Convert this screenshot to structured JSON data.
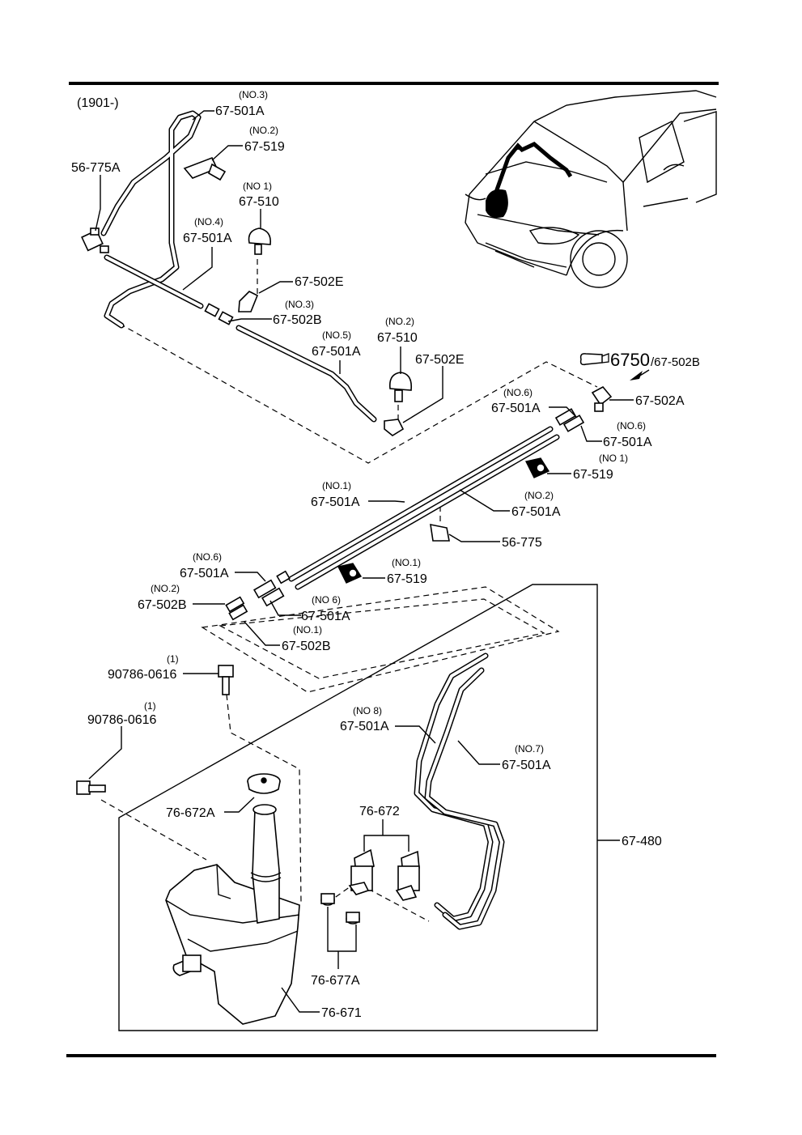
{
  "header": {
    "date_code": "(1901-)"
  },
  "reference": {
    "number": "6750",
    "code": "/67-502B"
  },
  "callouts": [
    {
      "qual": "(NO.3)",
      "part": "67-501A"
    },
    {
      "qual": "(NO.2)",
      "part": "67-519"
    },
    {
      "qual": "",
      "part": "56-775A"
    },
    {
      "qual": "(NO 1)",
      "part": "67-510"
    },
    {
      "qual": "(NO.4)",
      "part": "67-501A"
    },
    {
      "qual": "",
      "part": "67-502E"
    },
    {
      "qual": "(NO.3)",
      "part": "67-502B"
    },
    {
      "qual": "(NO.5)",
      "part": "67-501A"
    },
    {
      "qual": "(NO.2)",
      "part": "67-510"
    },
    {
      "qual": "",
      "part": "67-502E"
    },
    {
      "qual": "",
      "part": "67-502A"
    },
    {
      "qual": "(NO.6)",
      "part": "67-501A"
    },
    {
      "qual": "(NO.6)",
      "part": "67-501A"
    },
    {
      "qual": "(NO 1)",
      "part": "67-519"
    },
    {
      "qual": "(NO.1)",
      "part": "67-501A"
    },
    {
      "qual": "(NO.2)",
      "part": "67-501A"
    },
    {
      "qual": "",
      "part": "56-775"
    },
    {
      "qual": "(NO.6)",
      "part": "67-501A"
    },
    {
      "qual": "(NO.1)",
      "part": "67-519"
    },
    {
      "qual": "(NO.2)",
      "part": "67-502B"
    },
    {
      "qual": "(NO 6)",
      "part": "67-501A"
    },
    {
      "qual": "(NO.1)",
      "part": "67-502B"
    },
    {
      "qual": "(1)",
      "part": "90786-0616"
    },
    {
      "qual": "(1)",
      "part": "90786-0616"
    },
    {
      "qual": "(NO 8)",
      "part": "67-501A"
    },
    {
      "qual": "(NO.7)",
      "part": "67-501A"
    },
    {
      "qual": "",
      "part": "76-672A"
    },
    {
      "qual": "",
      "part": "76-672"
    },
    {
      "qual": "",
      "part": "67-480"
    },
    {
      "qual": "",
      "part": "76-677A"
    },
    {
      "qual": "",
      "part": "76-671"
    }
  ]
}
